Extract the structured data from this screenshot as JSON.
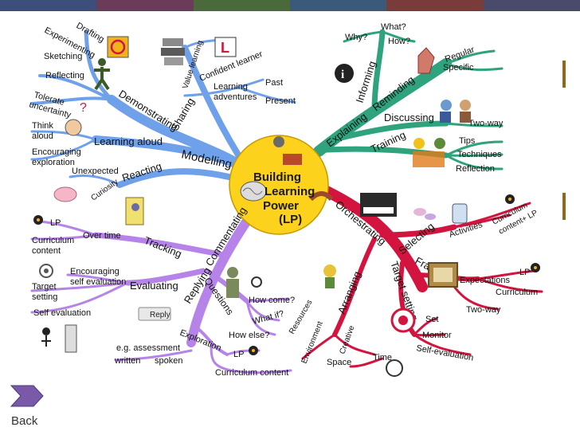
{
  "center": {
    "line1": "Building",
    "line2": "Learning",
    "line3": "Power",
    "line4": "(LP)"
  },
  "branches": {
    "modelling": "Modelling",
    "demonstrating": "Demonstrating",
    "sharing": "Sharing",
    "learning_aloud": "Learning aloud",
    "reacting": "Reacting",
    "explaining": "Explaining",
    "informing": "Informing",
    "reminding": "Reminding",
    "discussing": "Discussing",
    "training": "Training",
    "orchestrating": "Orchestrating",
    "selecting": "Selecting",
    "framing": "Framing",
    "target_setting": "Target setting",
    "arranging": "Arranging",
    "commentating": "Commentating",
    "replying": "Replying",
    "tracking": "Tracking",
    "evaluating": "Evaluating",
    "questions": "Questions"
  },
  "leaves": {
    "drafting": "Drafting",
    "experimenting": "Experimenting",
    "sketching": "Sketching",
    "reflecting": "Reflecting",
    "tolerate1": "Tolerate",
    "tolerate2": "uncertainty",
    "value_learning": "Value learning",
    "confident_learner": "Confident learner",
    "learning_adventures1": "Learning",
    "learning_adventures2": "adventures",
    "past": "Past",
    "present": "Present",
    "think_aloud1": "Think",
    "think_aloud2": "aloud",
    "encouraging_exploration1": "Encouraging",
    "encouraging_exploration2": "exploration",
    "unexpected": "Unexpected",
    "curiosity": "Curiosity",
    "what": "What?",
    "why": "Why?",
    "how": "How?",
    "regular": "Regular",
    "specific": "Specific",
    "two_way": "Two-way",
    "tips": "Tips",
    "techniques": "Techniques",
    "reflection": "Reflection",
    "activities": "Activities",
    "curriculum_content_lp1": "Curriculum",
    "curriculum_content_lp2": "content+ LP",
    "lp_right": "LP",
    "expectations": "Expectations",
    "curriculum_right": "Curriculum",
    "two_way_right": "Two-way",
    "set": "Set",
    "monitor": "Monitor",
    "self_evaluation_right": "Self-evaluation",
    "resources": "Resources",
    "environment": "Environment",
    "creative": "Creative",
    "space": "Space",
    "time": "Time",
    "lp_left": "LP",
    "curriculum_content_left1": "Curriculum",
    "curriculum_content_left2": "content",
    "over_time": "Over time",
    "encouraging_self_eval1": "Encouraging",
    "encouraging_self_eval2": "self evaluation",
    "target_setting_left1": "Target",
    "target_setting_left2": "setting",
    "self_evaluation_left": "Self evaluation",
    "reply_button": "Reply",
    "how_come": "How come?",
    "what_if": "What if?",
    "how_else": "How else?",
    "exploration": "Exploration",
    "lp_bottom": "LP",
    "eg_assessment": "e.g. assessment",
    "written": "written",
    "spoken": "spoken",
    "curriculum_content_bottom": "Curriculum content"
  },
  "nav": {
    "back": "Back"
  },
  "colors": {
    "modelling": "#6fa0ea",
    "explaining": "#2ea37d",
    "orchestrating": "#d2143f",
    "commentating": "#b684e8",
    "center": "#fcd21c",
    "back_arrow": "#7a5aa8"
  },
  "icons": [
    "l-plate-icon",
    "cd-disc-icon",
    "info-icon",
    "reply-button-icon"
  ]
}
